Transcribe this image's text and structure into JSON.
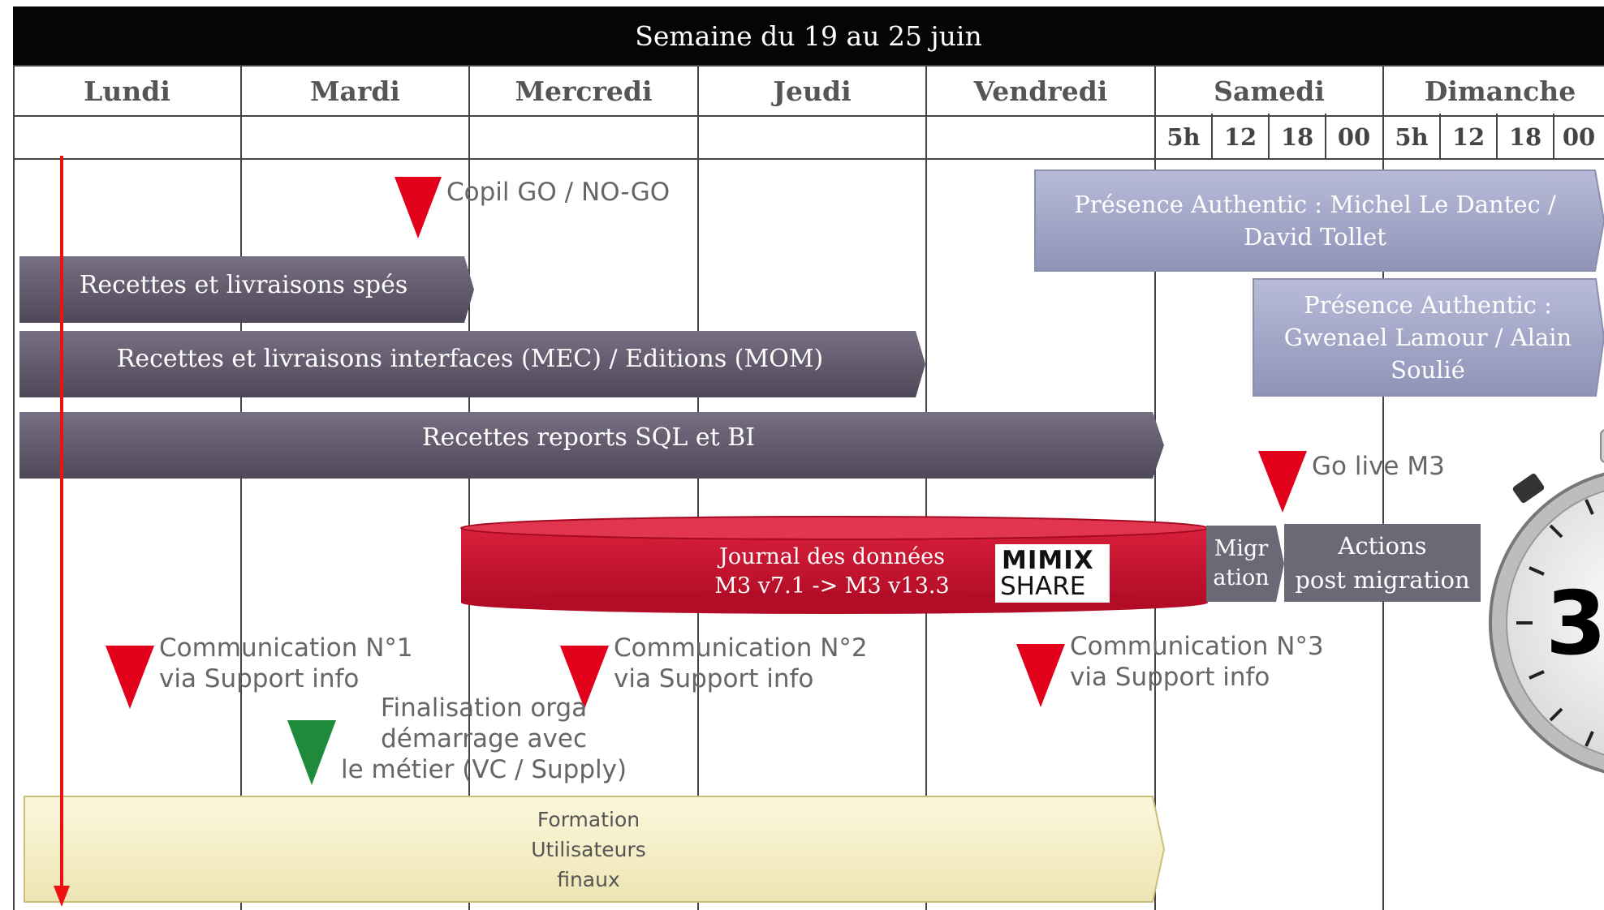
{
  "header": {
    "title": "Semaine du 19 au 25 juin"
  },
  "days": [
    "Lundi",
    "Mardi",
    "Mercredi",
    "Jeudi",
    "Vendredi",
    "Samedi",
    "Dimanche"
  ],
  "hours": [
    "5h",
    "12",
    "18",
    "00",
    "5h",
    "12",
    "18",
    "00"
  ],
  "milestones": {
    "copil": "Copil GO / NO-GO",
    "golive": "Go live M3",
    "comm1": "Communication N°1\nvia Support info",
    "comm2": "Communication N°2\nvia Support info",
    "comm3": "Communication N°3\nvia Support info",
    "finalisation": "Finalisation orga\ndémarrage avec\nle métier (VC / Supply)"
  },
  "bars": {
    "specs": "Recettes et livraisons spés",
    "interfaces": "Recettes et livraisons interfaces (MEC) / Editions (MOM)",
    "reports": "Recettes reports SQL et BI",
    "presence1": "Présence Authentic : Michel Le Dantec /\nDavid Tollet",
    "presence2": "Présence Authentic :\nGwenael Lamour / Alain\nSoulié",
    "journal": "Journal des données\nM3 v7.1 -> M3 v13.3",
    "migration": "Migr\nation",
    "actions": "Actions\npost migration",
    "formation": "Formation\nUtilisateurs\nfinaux"
  },
  "logo": {
    "line1": "MIMIX",
    "line2": "SHARE"
  },
  "stopwatch": {
    "digit": "3"
  },
  "colors": {
    "purple_bar": "#5f5869",
    "lavender_bar": "#a8abc9",
    "red_cylinder": "#c8102e",
    "gray_box": "#6d6876",
    "yellow_bar": "#f6f0c8",
    "red_marker": "#e3001b",
    "green_marker": "#1f8a3a",
    "timeline_arrow": "#ee1111"
  }
}
